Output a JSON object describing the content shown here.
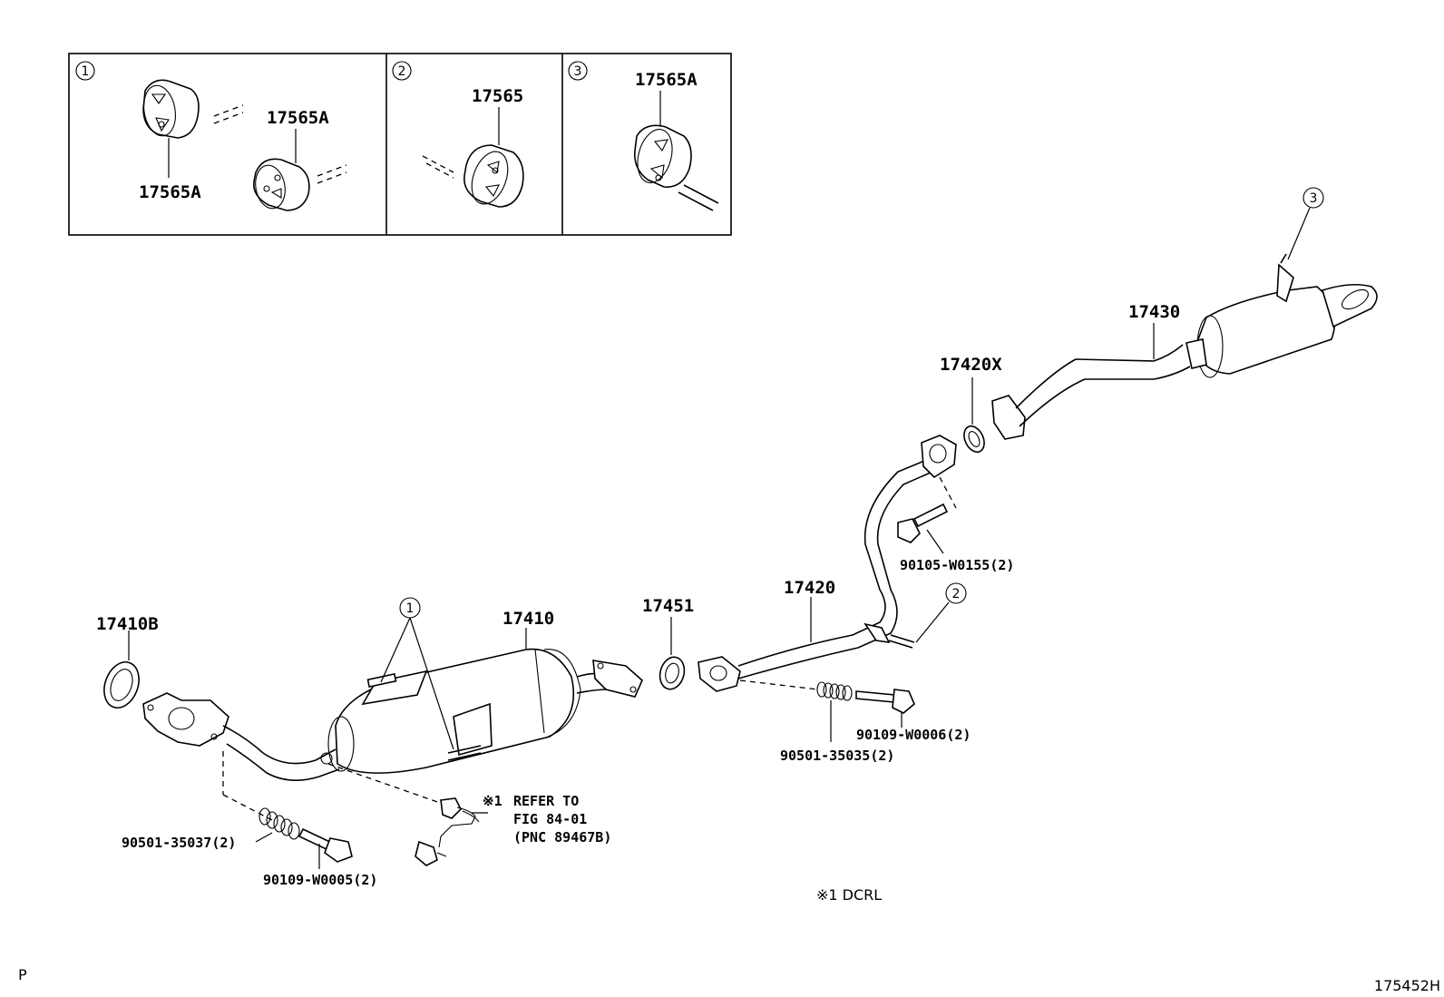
{
  "inset": {
    "panels": [
      {
        "callout": "1",
        "labels": [
          "17565A",
          "17565A"
        ]
      },
      {
        "callout": "2",
        "labels": [
          "17565"
        ]
      },
      {
        "callout": "3",
        "labels": [
          "17565A"
        ]
      }
    ]
  },
  "parts": {
    "p17410B": "17410B",
    "p17410": "17410",
    "p17451": "17451",
    "p17420": "17420",
    "p17420X": "17420X",
    "p17430": "17430",
    "p90105": "90105-W0155(2)",
    "p90109_6": "90109-W0006(2)",
    "p90501_35035": "90501-35035(2)",
    "p90501_35037": "90501-35037(2)",
    "p90109_5": "90109-W0005(2)"
  },
  "callouts": {
    "c1": "1",
    "c2": "2",
    "c3": "3"
  },
  "notes": {
    "refer_mark": "※1",
    "refer_line1": "REFER TO",
    "refer_line2": "FIG 84-01",
    "refer_line3": "(PNC 89467B)",
    "legend": "※1  DCRL"
  },
  "footer": {
    "left_code": "P",
    "figure_id": "175452H"
  }
}
